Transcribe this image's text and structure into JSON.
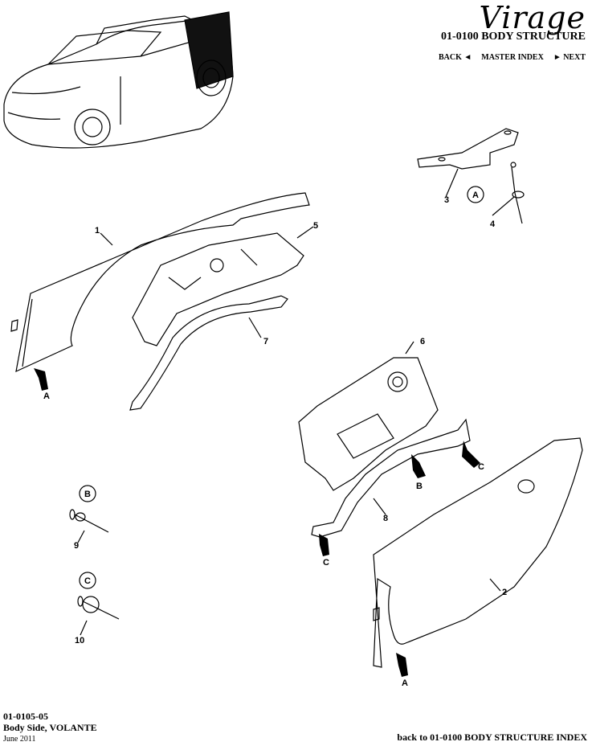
{
  "header": {
    "brand": "Virage",
    "section_title": "01-0100 BODY STRUCTURE",
    "nav": {
      "back": "BACK ◄",
      "master_index": "MASTER INDEX",
      "next": "► NEXT"
    }
  },
  "callouts": {
    "p1": "1",
    "p2": "2",
    "p3": "3",
    "p4": "4",
    "p5": "5",
    "p6": "6",
    "p7": "7",
    "p8": "8",
    "p9": "9",
    "p10": "10",
    "detail_a": "A",
    "detail_b": "B",
    "detail_c": "C",
    "arrow_a": "A",
    "arrow_b": "B",
    "arrow_c": "C"
  },
  "footer": {
    "code": "01-0105-05",
    "name": "Body Side, VOLANTE",
    "date": "June 2011",
    "back_link": "back to 01-0100 BODY STRUCTURE INDEX"
  }
}
